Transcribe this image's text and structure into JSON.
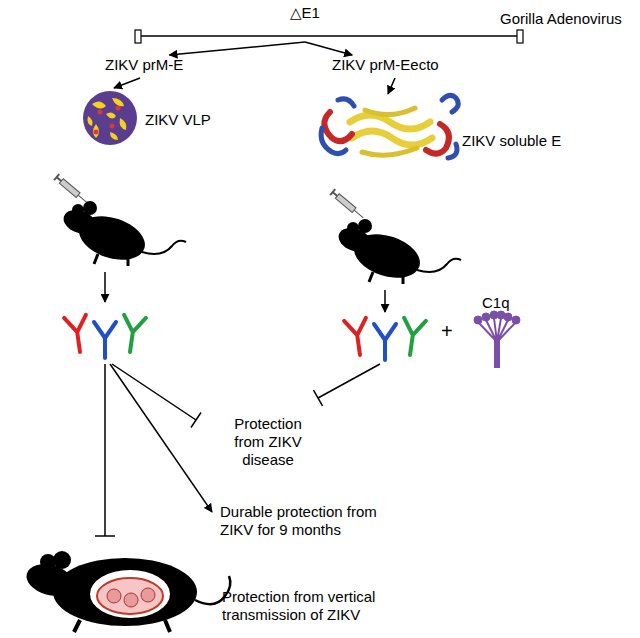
{
  "diagram": {
    "nodes": [
      {
        "text": [
          "△E1"
        ]
      },
      {
        "text": [
          "ZIKV prM-E"
        ]
      },
      {
        "text": [
          "ZIKV prM-Eecto"
        ]
      }
    ],
    "edges": [
      {
        "from": 0,
        "to": 1,
        "arrow": "to"
      },
      {
        "from": 0,
        "to": 2,
        "arrow": "to"
      }
    ],
    "labels": [
      "Gorilla Adenovirus",
      "ZIKV VLP",
      "ZIKV soluble E",
      "+",
      "C1q",
      "Protection from ZIKV disease",
      "Durable protection from ZIKV for 9 months",
      "Protection from vertical transmission of ZIKV"
    ]
  }
}
